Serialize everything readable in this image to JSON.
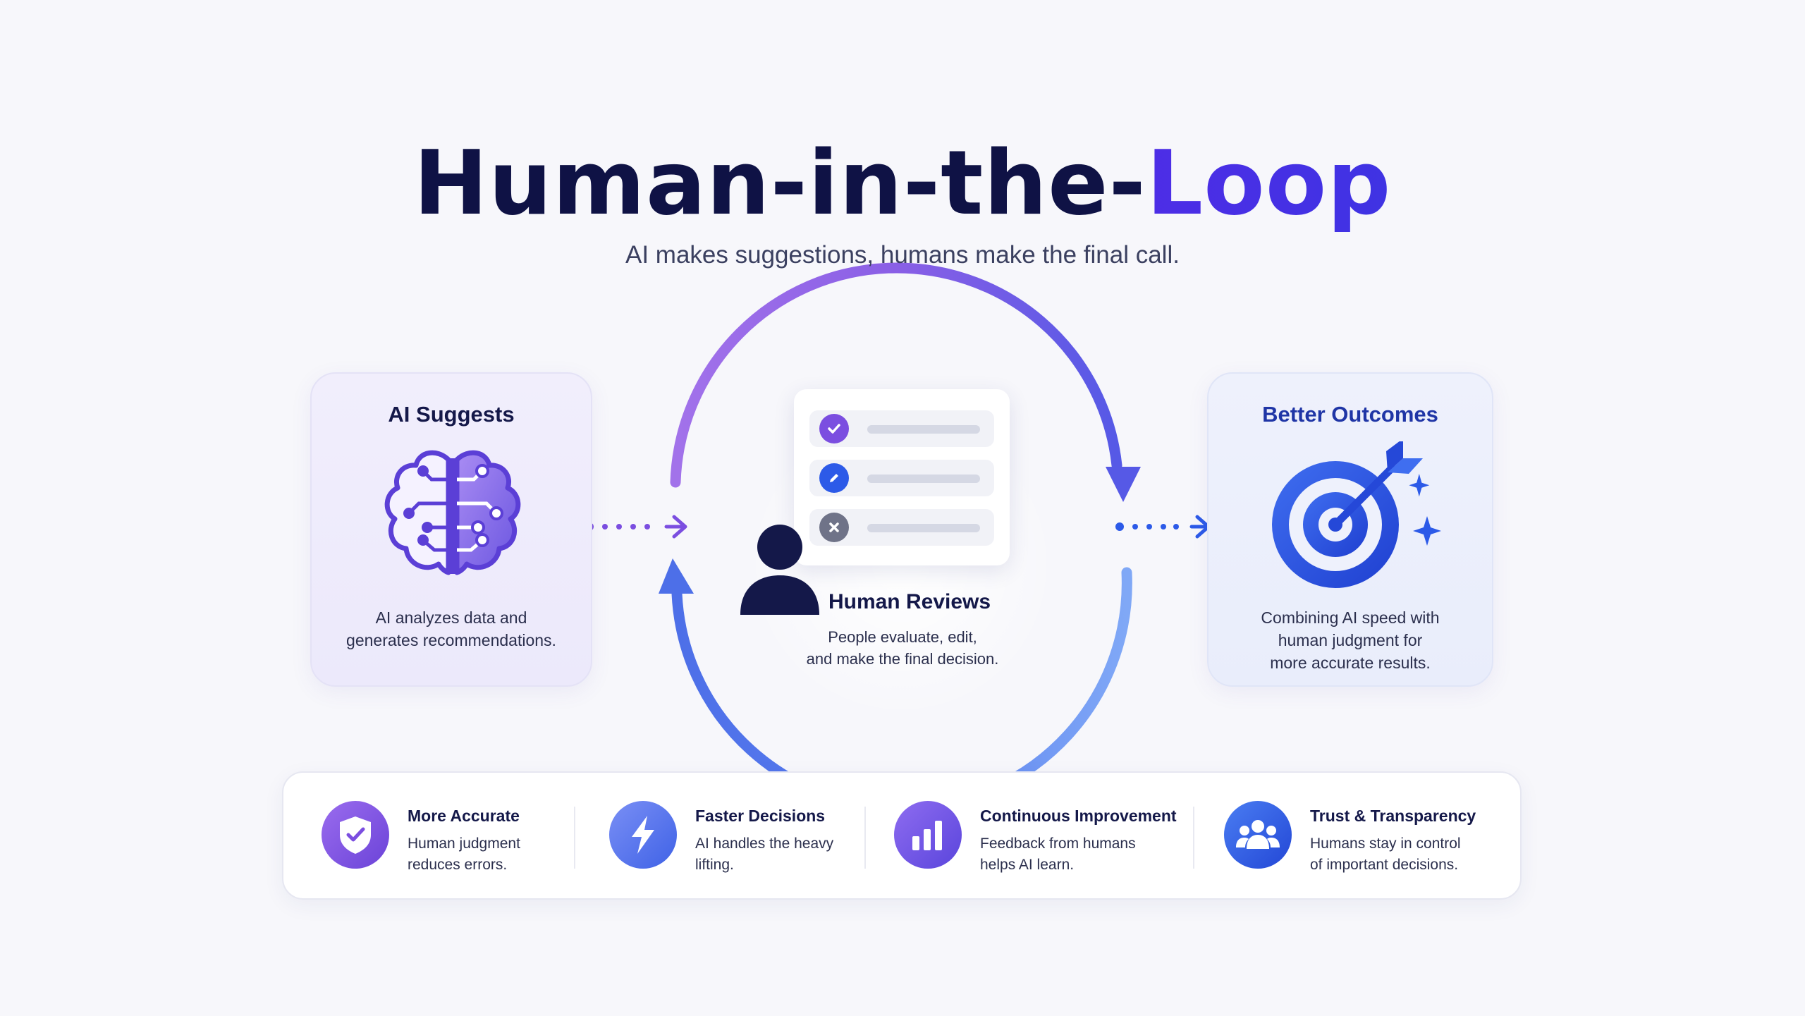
{
  "title": {
    "main": "Human-in-the-",
    "accent": "Loop"
  },
  "subtitle": "AI makes suggestions, humans make the final call.",
  "colors": {
    "navy": "#0f1245",
    "accent_purple": "#7b4ee0",
    "accent_blue": "#2c5ae8",
    "background": "#f7f7fb"
  },
  "ai_suggests": {
    "title": "AI Suggests",
    "icon": "brain-circuit-icon",
    "text_lines": [
      "AI analyzes data and",
      "generates recommendations."
    ]
  },
  "human_reviews": {
    "title": "Human Reviews",
    "icon": "person-icon",
    "checklist_icons": [
      "check-icon",
      "pencil-icon",
      "x-icon"
    ],
    "text_lines": [
      "People evaluate, edit,",
      "and make the final decision."
    ]
  },
  "better_outcomes": {
    "title": "Better Outcomes",
    "icon": "target-arrow-icon",
    "text_lines": [
      "Combining AI speed with",
      "human judgment for",
      "more accurate results."
    ]
  },
  "benefits": [
    {
      "title": "More Accurate",
      "icon": "shield-check-icon",
      "text_lines": [
        "Human judgment",
        "reduces errors."
      ]
    },
    {
      "title": "Faster Decisions",
      "icon": "lightning-icon",
      "text_lines": [
        "AI handles the heavy",
        "lifting."
      ]
    },
    {
      "title": "Continuous Improvement",
      "icon": "bar-chart-icon",
      "text_lines": [
        "Feedback from humans",
        "helps AI learn."
      ]
    },
    {
      "title": "Trust & Transparency",
      "icon": "people-icon",
      "text_lines": [
        "Humans stay in control",
        "of important decisions."
      ]
    }
  ]
}
